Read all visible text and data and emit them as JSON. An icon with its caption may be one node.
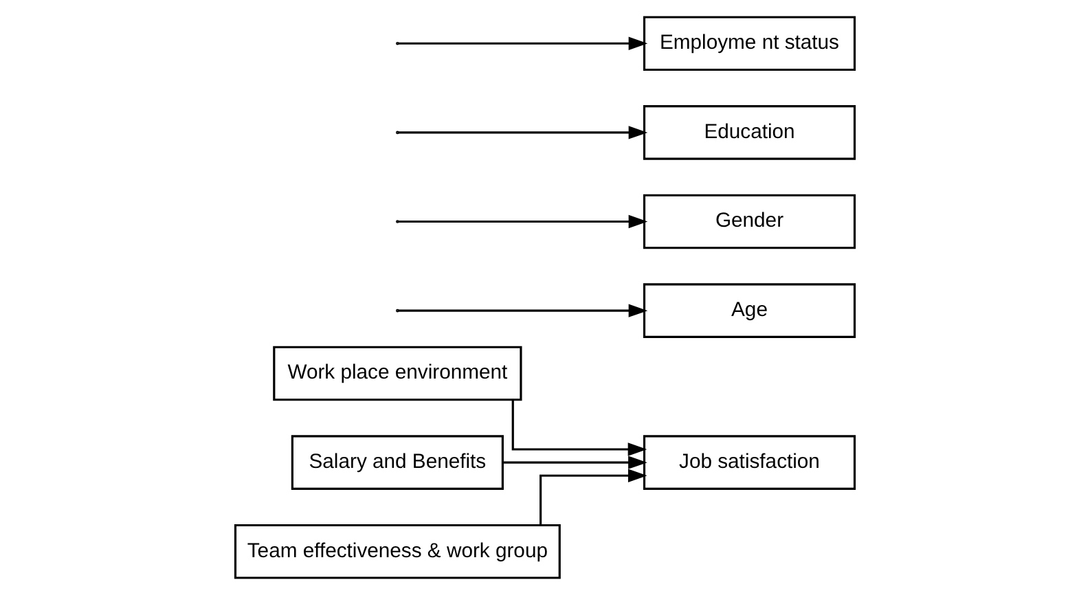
{
  "diagram": {
    "nodes": [
      {
        "text": [
          "Work place environment"
        ]
      },
      {
        "text": [
          "Salary and Benefits"
        ]
      },
      {
        "text": [
          "Team effectiveness & work group"
        ]
      },
      {
        "text": [
          "Job satisfaction"
        ]
      },
      {
        "text": [
          "Age"
        ]
      },
      {
        "text": [
          "Gender"
        ]
      },
      {
        "text": [
          "Education"
        ]
      },
      {
        "text": [
          "Employme nt status"
        ]
      }
    ],
    "edges": [
      {
        "from": 0,
        "to": 3,
        "arrow": "to"
      },
      {
        "from": 1,
        "to": 3,
        "arrow": "to"
      },
      {
        "from": 2,
        "to": 3,
        "arrow": "to"
      },
      {
        "from": null,
        "to": 4,
        "arrow": "to"
      },
      {
        "from": null,
        "to": 5,
        "arrow": "to"
      },
      {
        "from": null,
        "to": 6,
        "arrow": "to"
      },
      {
        "from": null,
        "to": 7,
        "arrow": "to"
      }
    ]
  }
}
